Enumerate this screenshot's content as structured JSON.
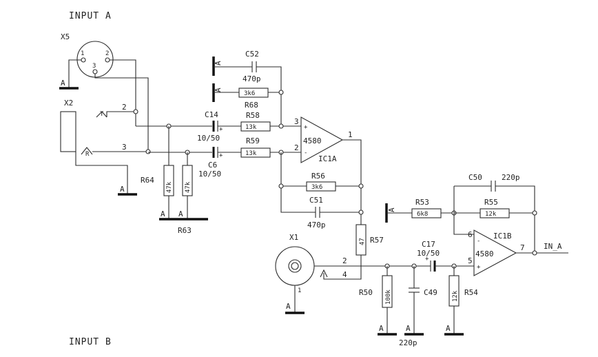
{
  "headers": {
    "input_a": "INPUT A",
    "input_b": "INPUT B"
  },
  "connectors": {
    "x5": {
      "ref": "X5",
      "pin1": "1",
      "pin2": "2",
      "pin3": "3"
    },
    "x2": {
      "ref": "X2",
      "tip": "T",
      "ring": "R",
      "pin_t": "2",
      "pin_r": "3"
    },
    "x1": {
      "ref": "X1",
      "pin1": "1",
      "pin2": "2",
      "pin4": "4"
    }
  },
  "ground_label": "A",
  "components": {
    "c52": {
      "ref": "C52",
      "value": "470p"
    },
    "r68": {
      "ref": "R68",
      "value": "3k6"
    },
    "c14": {
      "ref": "C14",
      "value": "10/50",
      "polarity": "+"
    },
    "r58": {
      "ref": "R58",
      "value": "13k"
    },
    "c6": {
      "ref": "C6",
      "value": "10/50",
      "polarity": "+"
    },
    "r59": {
      "ref": "R59",
      "value": "13k"
    },
    "r64": {
      "ref": "R64",
      "value": "47k"
    },
    "r63": {
      "ref": "R63",
      "value": "47k"
    },
    "r56": {
      "ref": "R56",
      "value": "3k6"
    },
    "c51": {
      "ref": "C51",
      "value": "470p"
    },
    "r57": {
      "ref": "R57",
      "value": "47"
    },
    "r53": {
      "ref": "R53",
      "value": "6k8"
    },
    "r55": {
      "ref": "R55",
      "value": "12k"
    },
    "c50": {
      "ref": "C50",
      "value": "220p"
    },
    "c17": {
      "ref": "C17",
      "value": "10/50",
      "polarity": "+"
    },
    "r50": {
      "ref": "R50",
      "value": "100k"
    },
    "c49": {
      "ref": "C49",
      "value": "220p"
    },
    "r54": {
      "ref": "R54",
      "value": "12k"
    }
  },
  "opamps": {
    "ic1a": {
      "ref": "IC1A",
      "part": "4580",
      "pin_plus": "3",
      "pin_minus": "2",
      "pin_out": "1",
      "sign_plus": "+",
      "sign_minus": "-"
    },
    "ic1b": {
      "ref": "IC1B",
      "part": "4580",
      "pin_minus": "6",
      "pin_plus": "5",
      "pin_out": "7",
      "sign_plus": "+",
      "sign_minus": "-"
    }
  },
  "net_labels": {
    "output": "IN_A"
  }
}
